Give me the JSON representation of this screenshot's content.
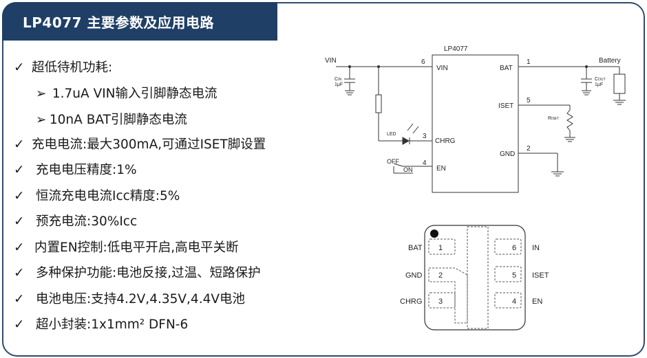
{
  "title": "LP4077 主要参数及应用电路",
  "features": [
    {
      "check": "✓",
      "text": "超低待机功耗:"
    },
    {
      "arrow": "➢",
      "text": "1.7uA VIN输入引脚静态电流",
      "sub": true
    },
    {
      "arrow": "➢",
      "text": "10nA BAT引脚静态电流",
      "sub": true
    },
    {
      "check": "✓",
      "text": "充电电流:最大300mA,可通过ISET脚设置"
    },
    {
      "check": "✓",
      "text": "充电电压精度:1%"
    },
    {
      "check": "✓",
      "text": "恒流充电电流Icc精度:5%"
    },
    {
      "check": "✓",
      "text": "预充电流:30%Icc"
    },
    {
      "check": "✓",
      "text": "内置EN控制:低电平开启,高电平关断"
    },
    {
      "check": "✓",
      "text": "多种保护功能:电池反接,过温、短路保护"
    },
    {
      "check": "✓",
      "text": "电池电压:支持4.2V,4.35V,4.4V电池"
    },
    {
      "check": "✓",
      "text": "超小封装:1x1mm² DFN-6"
    }
  ],
  "schematic": {
    "chip_name": "LP4077",
    "vin": "VIN",
    "battery": "Battery",
    "pins": {
      "vin": {
        "num": "6",
        "name": "VIN"
      },
      "chrg": {
        "num": "3",
        "name": "CHRG"
      },
      "en": {
        "num": "4",
        "name": "EN"
      },
      "bat": {
        "num": "1",
        "name": "BAT"
      },
      "iset": {
        "num": "5",
        "name": "ISET"
      },
      "gnd": {
        "num": "2",
        "name": "GND"
      }
    },
    "cin_label": "C",
    "cin_sub": "IN",
    "cin_value": "1μF",
    "cout_label": "C",
    "cout_sub": "OUT",
    "cout_value": "1μF",
    "rset_label": "R",
    "rset_sub": "ISET",
    "led": "LED",
    "off": "OFF",
    "on": "ON"
  },
  "package": {
    "left_pins": [
      {
        "name": "BAT",
        "num": "1"
      },
      {
        "name": "GND",
        "num": "2"
      },
      {
        "name": "CHRG",
        "num": "3"
      }
    ],
    "right_pins": [
      {
        "name": "IN",
        "num": "6"
      },
      {
        "name": "ISET",
        "num": "5"
      },
      {
        "name": "EN",
        "num": "4"
      }
    ]
  },
  "colors": {
    "title_bg": "#1f3f66",
    "frame": "#2e4a6e"
  }
}
